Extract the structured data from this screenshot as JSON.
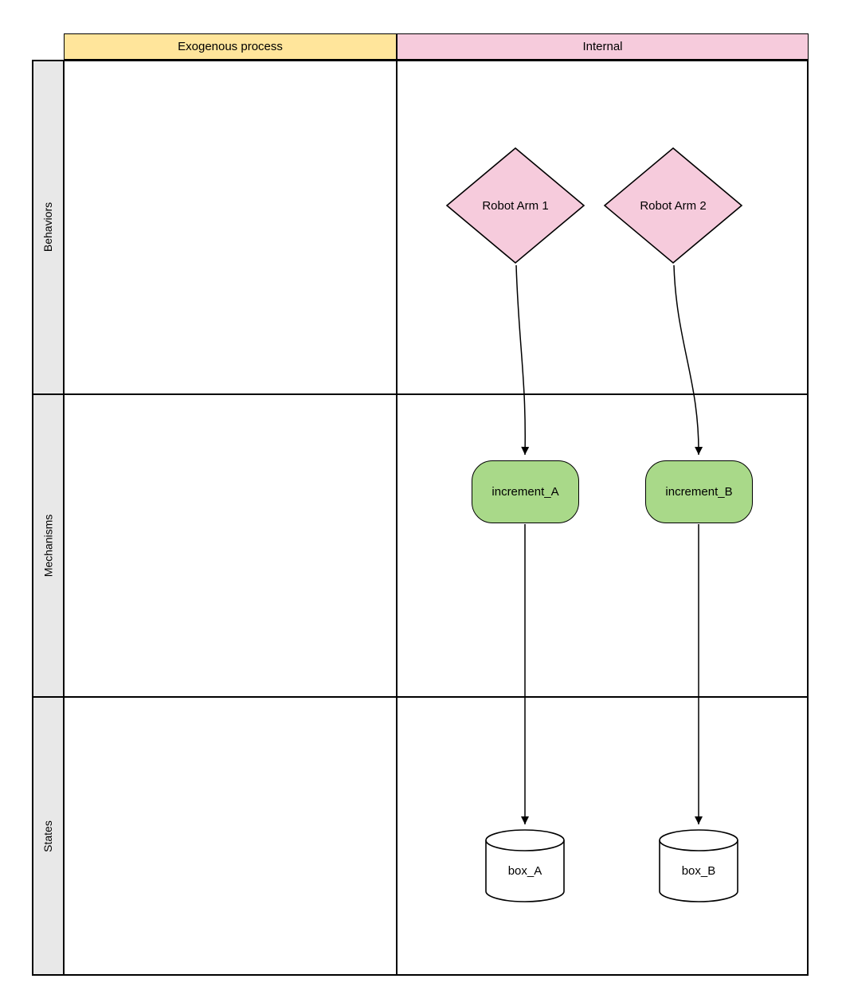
{
  "diagram": {
    "type": "swimlane-grid",
    "palette": {
      "yellow_header": "#FFE59B",
      "pink": "#F6CBDC",
      "green": "#A9D989",
      "row_label_bg": "#E8E8E8",
      "line": "#000000"
    },
    "column_headers": [
      {
        "label": "Exogenous process",
        "fill": "#FFE59B"
      },
      {
        "label": "Internal",
        "fill": "#F6CBDC"
      }
    ],
    "row_headers": [
      {
        "label": "Behaviors"
      },
      {
        "label": "Mechanisms"
      },
      {
        "label": "States"
      }
    ],
    "nodes": [
      {
        "id": "robot-arm-1",
        "label": "Robot Arm 1",
        "shape": "diamond",
        "row": "Behaviors",
        "column": "Internal",
        "fill": "#F6CBDC"
      },
      {
        "id": "robot-arm-2",
        "label": "Robot Arm 2",
        "shape": "diamond",
        "row": "Behaviors",
        "column": "Internal",
        "fill": "#F6CBDC"
      },
      {
        "id": "increment-a",
        "label": "increment_A",
        "shape": "rounded-rectangle",
        "row": "Mechanisms",
        "column": "Internal",
        "fill": "#A9D989"
      },
      {
        "id": "increment-b",
        "label": "increment_B",
        "shape": "rounded-rectangle",
        "row": "Mechanisms",
        "column": "Internal",
        "fill": "#A9D989"
      },
      {
        "id": "box-a",
        "label": "box_A",
        "shape": "cylinder",
        "row": "States",
        "column": "Internal",
        "fill": "#FFFFFF"
      },
      {
        "id": "box-b",
        "label": "box_B",
        "shape": "cylinder",
        "row": "States",
        "column": "Internal",
        "fill": "#FFFFFF"
      }
    ],
    "edges": [
      {
        "from": "Robot Arm 1",
        "to": "increment_A"
      },
      {
        "from": "Robot Arm 2",
        "to": "increment_B"
      },
      {
        "from": "increment_A",
        "to": "box_A"
      },
      {
        "from": "increment_B",
        "to": "box_B"
      }
    ]
  }
}
